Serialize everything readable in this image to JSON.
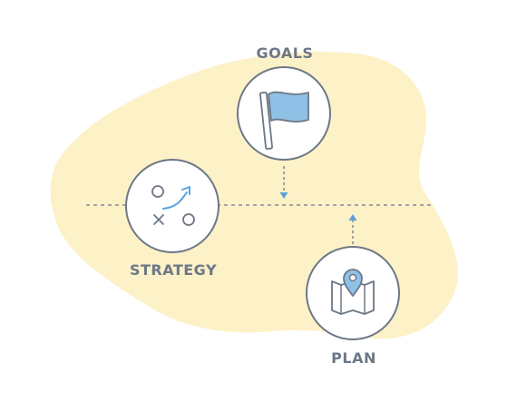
{
  "labels": {
    "goals": "GOALS",
    "strategy": "STRATEGY",
    "plan": "PLAN"
  },
  "colors": {
    "blob": "#fdf1c7",
    "stroke": "#6d7886",
    "accent": "#5aa3dc",
    "accent_fill": "#8fc0e6",
    "dashed_line": "#6d7886"
  },
  "icons": {
    "goals": "flag-icon",
    "strategy": "playbook-icon",
    "plan": "map-pin-icon"
  }
}
